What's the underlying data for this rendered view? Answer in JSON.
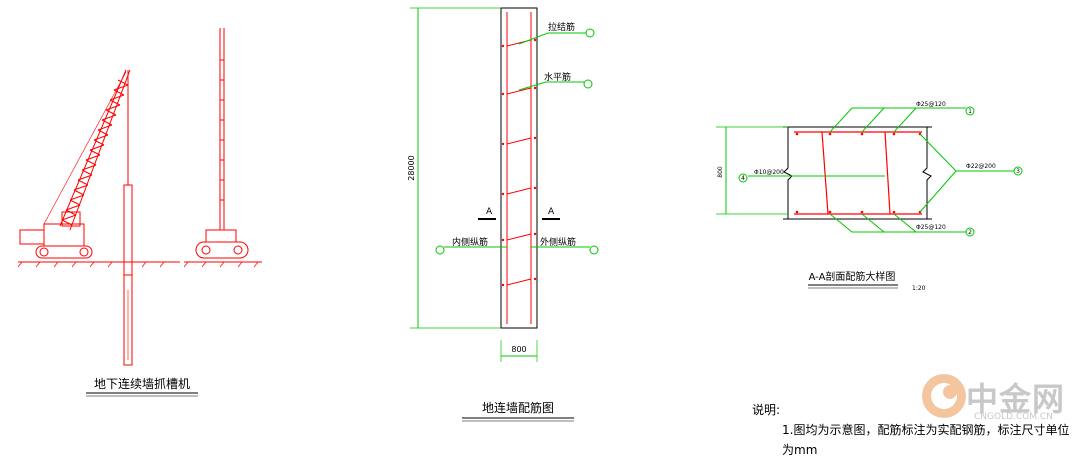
{
  "drawing1": {
    "title": "地下连续墙抓槽机"
  },
  "drawing2": {
    "title": "地连墙配筋图",
    "height_dim": "28000",
    "width_dim": "800",
    "section_mark": "A",
    "labels": {
      "tie_bar": "拉结筋",
      "horizontal_bar": "水平筋",
      "inner_bar": "内侧纵筋",
      "outer_bar": "外侧纵筋"
    }
  },
  "drawing3": {
    "title": "A-A剖面配筋大样图",
    "scale": "1:20",
    "left_dim": "800",
    "rebar_top": "Φ25@120",
    "rebar_bottom": "Φ25@120",
    "rebar_right": "Φ22@200",
    "rebar_left": "Φ10@200",
    "circle_1": "1",
    "circle_2": "2",
    "circle_3": "3",
    "circle_4": "4"
  },
  "notes": {
    "heading": "说明:",
    "line1": "1.图均为示意图，配筋标注为实配钢筋，标注尺寸单位为mm"
  },
  "watermark": {
    "brand": "中金网",
    "url": "CNGOLD.COM.CN"
  },
  "colors": {
    "red": "#ff0000",
    "green": "#00c800",
    "black": "#000000"
  }
}
